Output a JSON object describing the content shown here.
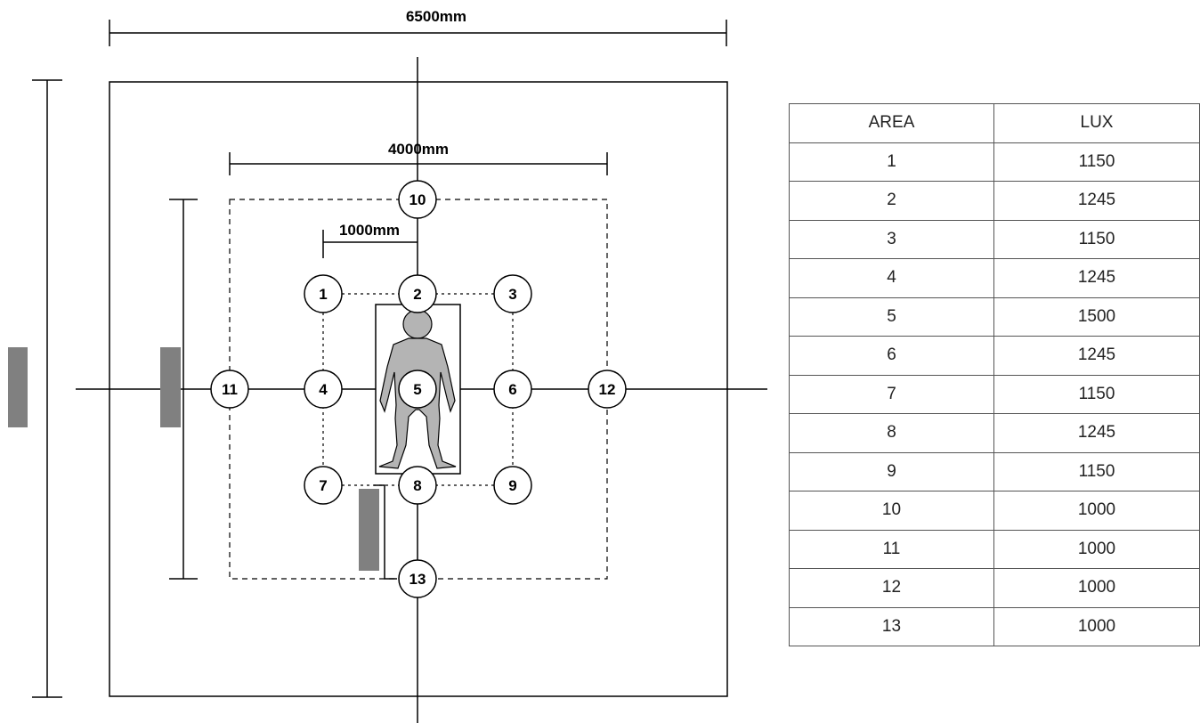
{
  "dimensions": {
    "overall_width": "6500mm",
    "zone_width": "4000mm",
    "point_spacing": "1000mm"
  },
  "points": [
    "1",
    "2",
    "3",
    "4",
    "5",
    "6",
    "7",
    "8",
    "9",
    "10",
    "11",
    "12",
    "13"
  ],
  "colors": {
    "figure_fill": "#b4b4b4",
    "light_bar": "#808080",
    "line": "#000000"
  },
  "table": {
    "headers": [
      "AREA",
      "LUX"
    ],
    "rows": [
      {
        "area": "1",
        "lux": "1150"
      },
      {
        "area": "2",
        "lux": "1245"
      },
      {
        "area": "3",
        "lux": "1150"
      },
      {
        "area": "4",
        "lux": "1245"
      },
      {
        "area": "5",
        "lux": "1500"
      },
      {
        "area": "6",
        "lux": "1245"
      },
      {
        "area": "7",
        "lux": "1150"
      },
      {
        "area": "8",
        "lux": "1245"
      },
      {
        "area": "9",
        "lux": "1150"
      },
      {
        "area": "10",
        "lux": "1000"
      },
      {
        "area": "11",
        "lux": "1000"
      },
      {
        "area": "12",
        "lux": "1000"
      },
      {
        "area": "13",
        "lux": "1000"
      }
    ]
  }
}
